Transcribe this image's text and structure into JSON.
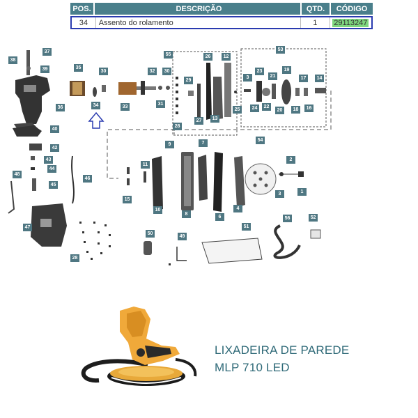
{
  "table": {
    "headers": {
      "pos": "POS.",
      "desc": "DESCRIÇÃO",
      "qtd": "QTD.",
      "code": "CÓDIGO"
    },
    "row": {
      "pos": "34",
      "desc": "Assento do rolamento",
      "qtd": "1",
      "code": "29113247"
    },
    "colors": {
      "header_bg": "#4a7f8b",
      "highlight_border": "#2a3bb0",
      "code_highlight": "#7ed67e"
    }
  },
  "diagram": {
    "labels": [
      "37",
      "38",
      "39",
      "35",
      "30",
      "32",
      "30",
      "34",
      "33",
      "31",
      "55",
      "29",
      "26",
      "12",
      "53",
      "3",
      "23",
      "21",
      "19",
      "17",
      "14",
      "25",
      "24",
      "22",
      "20",
      "18",
      "16",
      "27",
      "13",
      "28",
      "36",
      "40",
      "42",
      "43",
      "44",
      "45",
      "46",
      "48",
      "11",
      "9",
      "7",
      "54",
      "2",
      "3",
      "1",
      "15",
      "10",
      "8",
      "6",
      "4",
      "47",
      "50",
      "49",
      "51",
      "56",
      "52",
      "28"
    ],
    "highlighted_part": "34",
    "arrow_color": "#2a3bb0"
  },
  "product": {
    "title_line1": "LIXADEIRA DE PAREDE",
    "title_line2": "MLP 710 LED",
    "title_color": "#2f6a78"
  }
}
